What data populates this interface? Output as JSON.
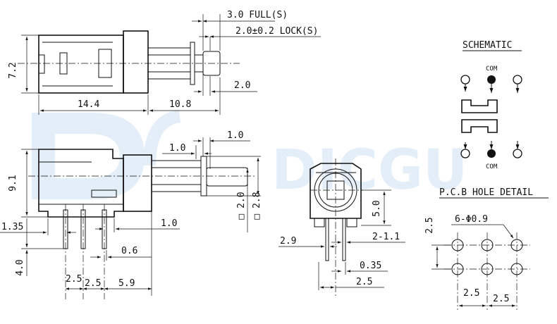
{
  "watermark": {
    "text": "DICGU"
  },
  "top_view": {
    "dim_full": "3.0 FULL(S)",
    "dim_lock": "2.0±0.2 LOCK(S)",
    "dim_height": "7.2",
    "dim_stem_offset": "2.0",
    "dim_body_length": "14.4",
    "dim_stem_length": "10.8"
  },
  "side_view": {
    "dim_top_a": "1.0",
    "dim_top_b": "1.0",
    "dim_height": "9.1",
    "dim_stem_a": "□ 2.0",
    "dim_stem_b": "□ 2.8",
    "dim_offset": "1.35",
    "dim_pin_offset": "1.0",
    "dim_pin_width": "0.6",
    "dim_pin_length": "4.0",
    "dim_pitch_a": "2.5",
    "dim_pitch_b": "2.5",
    "dim_tail": "5.9"
  },
  "front_view": {
    "dim_height": "5.0",
    "dim_left": "2.9",
    "dim_right": "2-1.1",
    "dim_pin": "0.35",
    "dim_pitch": "2.5"
  },
  "schematic": {
    "title": "SCHEMATIC",
    "com_top": "COM",
    "com_bottom": "COM"
  },
  "pcb": {
    "title": "P.C.B HOLE DETAIL",
    "holes": "6-Φ0.9",
    "dim_row": "2.5",
    "dim_col_a": "2.5",
    "dim_col_b": "2.5"
  }
}
